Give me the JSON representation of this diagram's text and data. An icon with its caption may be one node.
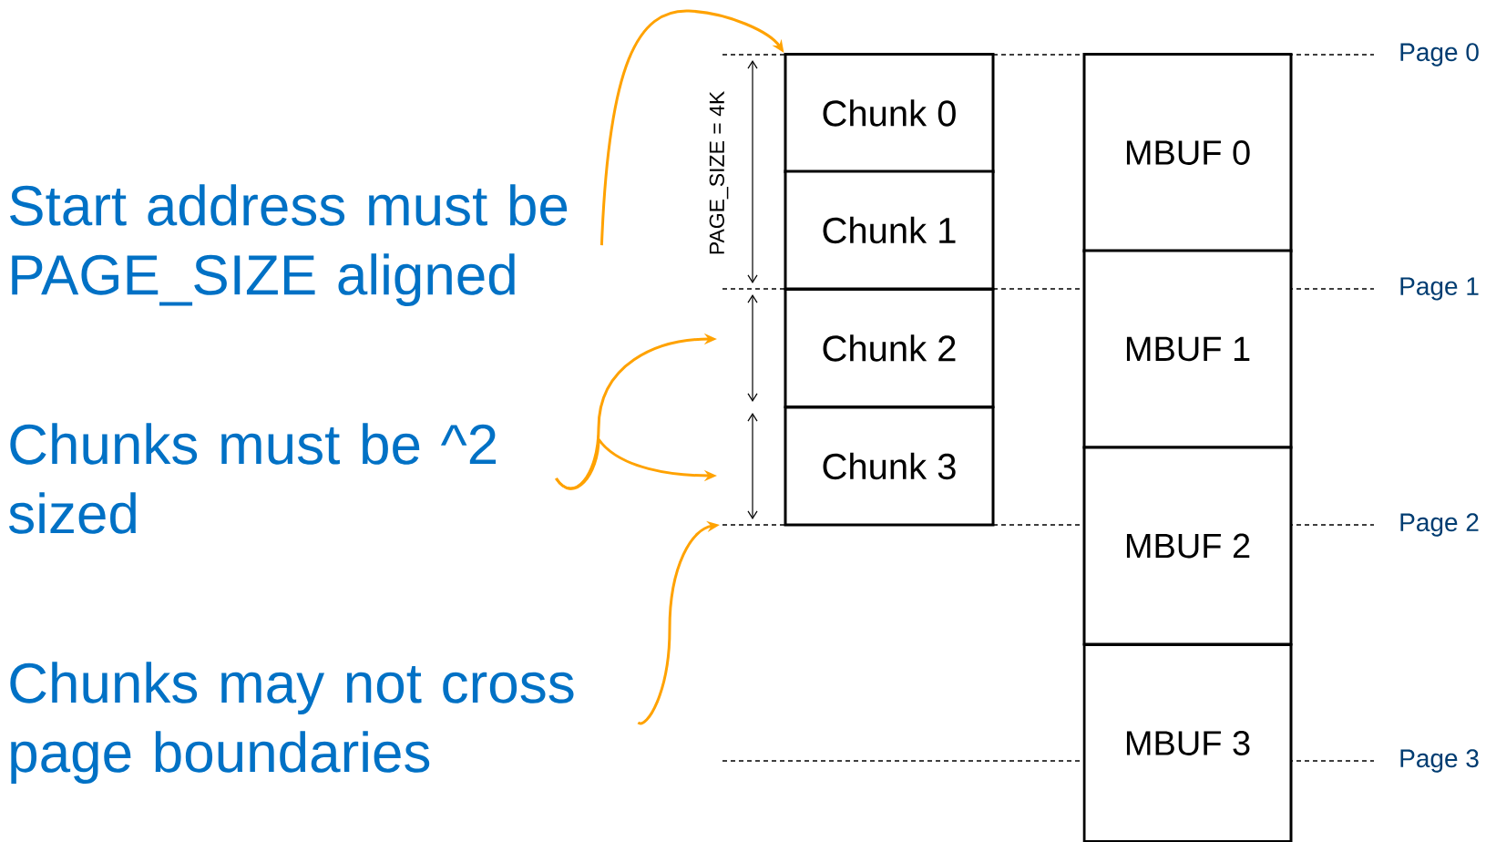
{
  "diagram": {
    "nodes": [
      {
        "text": [
          "Chunk 0"
        ]
      },
      {
        "text": [
          "Chunk 1"
        ]
      },
      {
        "text": [
          "Chunk 2"
        ]
      },
      {
        "text": [
          "Chunk 3"
        ]
      },
      {
        "text": [
          "MBUF 0"
        ]
      },
      {
        "text": [
          "MBUF 1"
        ]
      },
      {
        "text": [
          "MBUF 2"
        ]
      },
      {
        "text": [
          "MBUF 3"
        ]
      },
      {
        "text": [
          "Start address must be PAGE_SIZE aligned"
        ]
      },
      {
        "text": [
          "Chunks must be ^2 sized"
        ]
      },
      {
        "text": [
          "Chunks may not cross page boundaries"
        ]
      }
    ],
    "edges": [
      {
        "from": 8,
        "to": 0,
        "arrow": "to"
      },
      {
        "from": 9,
        "to": null,
        "arrow": "to"
      },
      {
        "from": 9,
        "to": null,
        "arrow": "to"
      },
      {
        "from": 10,
        "to": null,
        "arrow": "to"
      }
    ],
    "labels": [
      "PAGE_SIZE = 4K",
      "Page 0",
      "Page 1",
      "Page 2",
      "Page 3"
    ]
  }
}
